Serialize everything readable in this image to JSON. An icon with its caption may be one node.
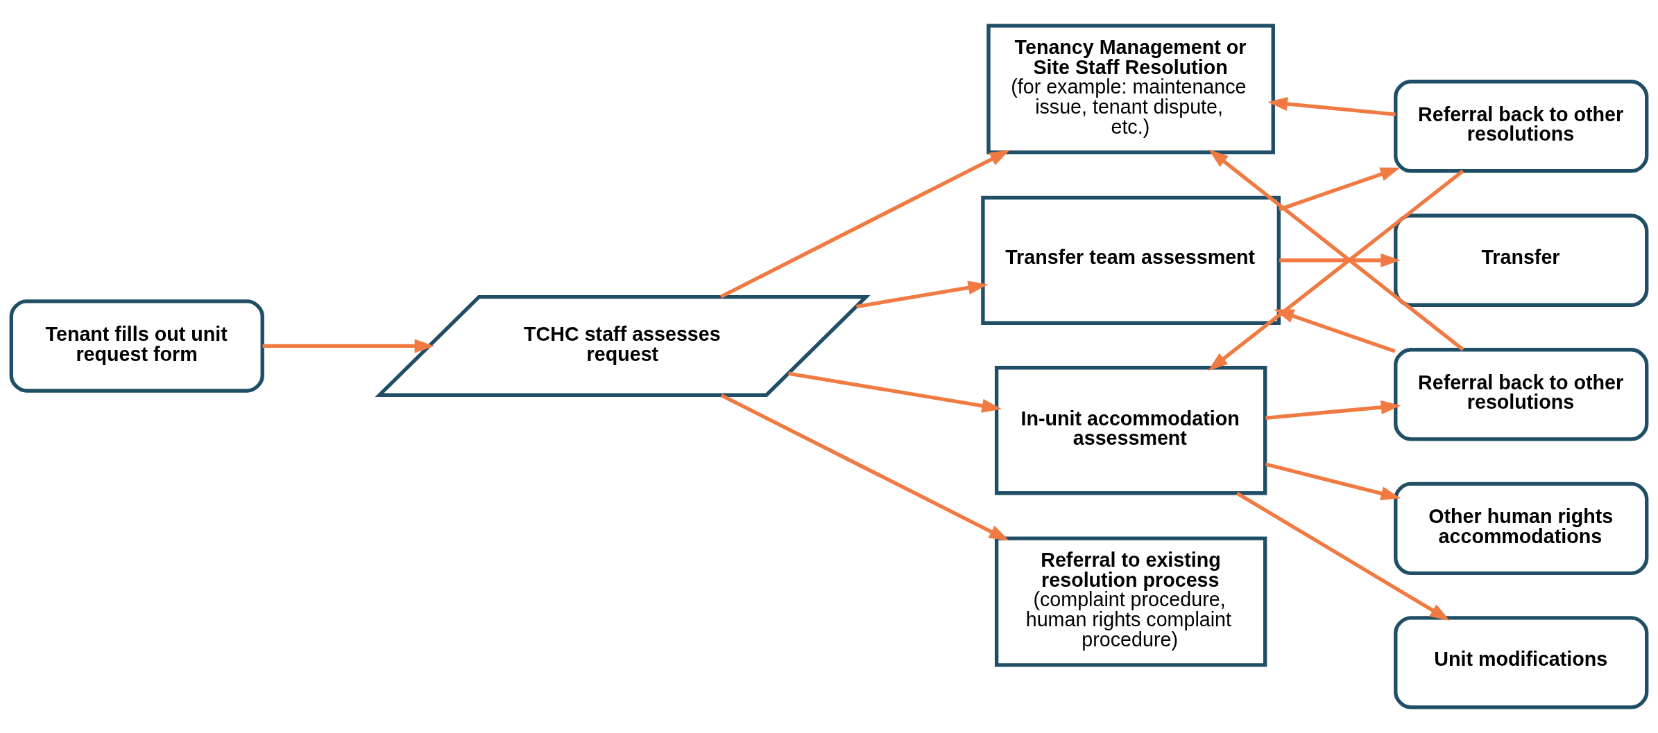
{
  "diagram": {
    "nodes": [
      {
        "text": [
          "Tenant fills out unit request form"
        ]
      },
      {
        "text": [
          "TCHC staff assesses request"
        ]
      },
      {
        "text": [
          "**Tenancy Management or Site Staff Resolution** (for example: maintenance issue, tenant dispute, etc.)"
        ]
      },
      {
        "text": [
          "**Transfer team assessment**"
        ]
      },
      {
        "text": [
          "**In-unit accommodation assessment**"
        ]
      },
      {
        "text": [
          "**Referral to existing resolution process**",
          "(complaint procedure, human rights complaint procedure)"
        ]
      },
      {
        "text": [
          "Referral back to other resolutions"
        ]
      },
      {
        "text": [
          "Transfer"
        ]
      },
      {
        "text": [
          "Referral back to other resolutions"
        ]
      },
      {
        "text": [
          "Other human rights accommodations"
        ]
      },
      {
        "text": [
          "Unit modifications"
        ]
      }
    ],
    "edges": [
      {
        "from": 0,
        "to": 1,
        "arrow": "to"
      },
      {
        "from": 1,
        "to": 2,
        "arrow": "to"
      },
      {
        "from": 1,
        "to": 3,
        "arrow": "to"
      },
      {
        "from": 1,
        "to": 4,
        "arrow": "to"
      },
      {
        "from": 1,
        "to": 5,
        "arrow": "to"
      },
      {
        "from": 3,
        "to": 6,
        "arrow": "to"
      },
      {
        "from": 3,
        "to": 7,
        "arrow": "to"
      },
      {
        "from": 6,
        "to": 2,
        "arrow": "to"
      },
      {
        "from": 6,
        "to": 4,
        "arrow": "to"
      },
      {
        "from": 4,
        "to": 8,
        "arrow": "to"
      },
      {
        "from": 8,
        "to": 3,
        "arrow": "to"
      },
      {
        "from": 8,
        "to": 2,
        "arrow": "to"
      },
      {
        "from": 4,
        "to": 9,
        "arrow": "to"
      },
      {
        "from": 4,
        "to": 10,
        "arrow": "to"
      }
    ]
  }
}
